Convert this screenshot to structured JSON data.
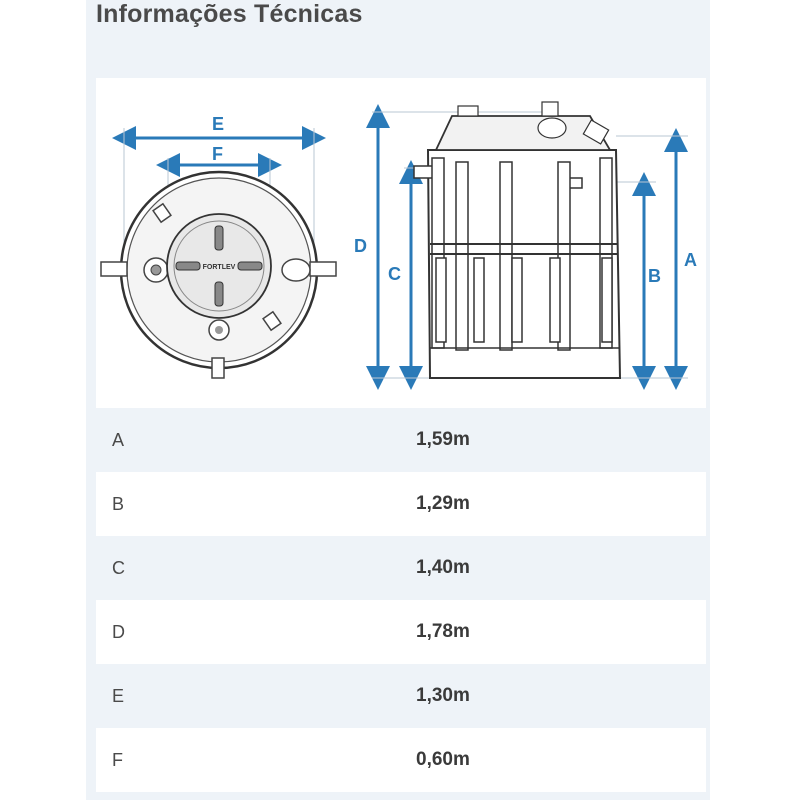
{
  "title": "Informações Técnicas",
  "diagram": {
    "labels": {
      "A": "A",
      "B": "B",
      "C": "C",
      "D": "D",
      "E": "E",
      "F": "F"
    },
    "logo_text": "FORTLEV",
    "accent_color": "#2a7ab8"
  },
  "specs": [
    {
      "label": "A",
      "value": "1,59m"
    },
    {
      "label": "B",
      "value": "1,29m"
    },
    {
      "label": "C",
      "value": "1,40m"
    },
    {
      "label": "D",
      "value": "1,78m"
    },
    {
      "label": "E",
      "value": "1,30m"
    },
    {
      "label": "F",
      "value": "0,60m"
    }
  ]
}
